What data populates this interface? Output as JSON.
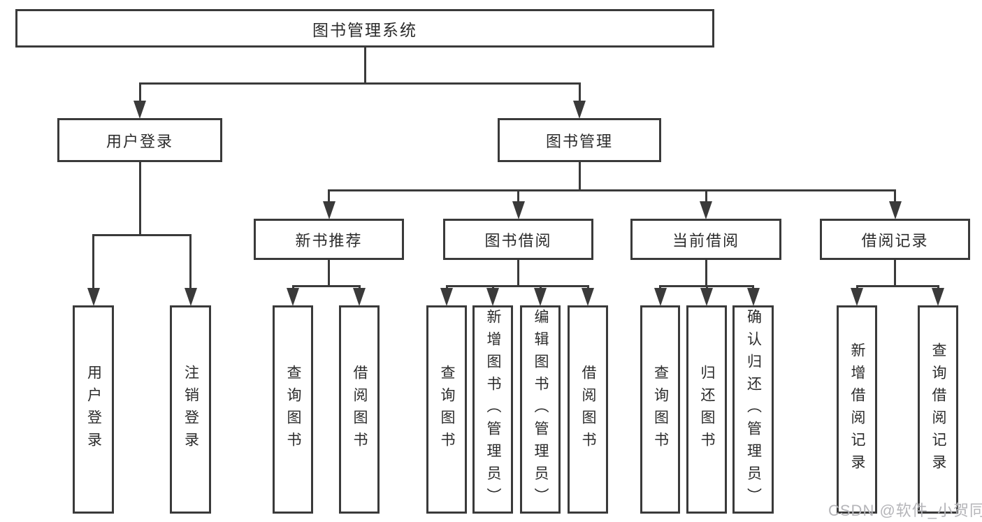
{
  "diagram": {
    "title": "图书管理系统",
    "colors": {
      "line": "#3a3a3a",
      "text": "#2b2b2b",
      "background": "#ffffff"
    },
    "nodes": [
      {
        "id": "root",
        "label": "图书管理系统"
      },
      {
        "id": "user-login",
        "label": "用户登录",
        "parent": "root"
      },
      {
        "id": "book-mgmt",
        "label": "图书管理",
        "parent": "root"
      },
      {
        "id": "new-books",
        "label": "新书推荐",
        "parent": "book-mgmt"
      },
      {
        "id": "book-borrow",
        "label": "图书借阅",
        "parent": "book-mgmt"
      },
      {
        "id": "current-borrow",
        "label": "当前借阅",
        "parent": "book-mgmt"
      },
      {
        "id": "borrow-records",
        "label": "借阅记录",
        "parent": "book-mgmt"
      },
      {
        "id": "leaf-user-login",
        "label": "用户登录",
        "parent": "user-login",
        "vertical": true
      },
      {
        "id": "leaf-logout",
        "label": "注销登录",
        "parent": "user-login",
        "vertical": true
      },
      {
        "id": "leaf-nb-query",
        "label": "查询图书",
        "parent": "new-books",
        "vertical": true
      },
      {
        "id": "leaf-nb-borrow",
        "label": "借阅图书",
        "parent": "new-books",
        "vertical": true
      },
      {
        "id": "leaf-bb-query",
        "label": "查询图书",
        "parent": "book-borrow",
        "vertical": true
      },
      {
        "id": "leaf-bb-add",
        "label": "新增图书（管理员）",
        "parent": "book-borrow",
        "vertical": true
      },
      {
        "id": "leaf-bb-edit",
        "label": "编辑图书（管理员）",
        "parent": "book-borrow",
        "vertical": true
      },
      {
        "id": "leaf-bb-borrow",
        "label": "借阅图书",
        "parent": "book-borrow",
        "vertical": true
      },
      {
        "id": "leaf-cb-query",
        "label": "查询图书",
        "parent": "current-borrow",
        "vertical": true
      },
      {
        "id": "leaf-cb-return",
        "label": "归还图书",
        "parent": "current-borrow",
        "vertical": true
      },
      {
        "id": "leaf-cb-confirm",
        "label": "确认归还（管理员）",
        "parent": "current-borrow",
        "vertical": true
      },
      {
        "id": "leaf-br-add",
        "label": "新增借阅记录",
        "parent": "borrow-records",
        "vertical": true
      },
      {
        "id": "leaf-br-query",
        "label": "查询借阅记录",
        "parent": "borrow-records",
        "vertical": true
      }
    ]
  },
  "watermark": {
    "text": "CSDN @软件_小贺同学",
    "color": "#b5b5b9"
  }
}
